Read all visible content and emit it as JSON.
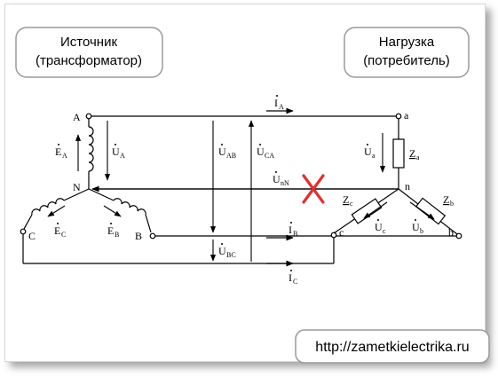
{
  "boxes": {
    "source": {
      "line1": "Источник",
      "line2": "(трансформатор)"
    },
    "load": {
      "line1": "Нагрузка",
      "line2": "(потребитель)"
    }
  },
  "nodes": {
    "A": "A",
    "B": "B",
    "C": "C",
    "N": "N",
    "a": "a",
    "b": "b",
    "c": "c",
    "n": "n"
  },
  "labels": {
    "IA": {
      "main": "I",
      "sub": "A"
    },
    "IB": {
      "main": "I",
      "sub": "B"
    },
    "IC": {
      "main": "I",
      "sub": "C"
    },
    "EA": {
      "main": "E",
      "sub": "A"
    },
    "EB": {
      "main": "E",
      "sub": "B"
    },
    "EC": {
      "main": "E",
      "sub": "C"
    },
    "UA": {
      "main": "U",
      "sub": "A"
    },
    "UAB": {
      "main": "U",
      "sub": "AB"
    },
    "UCA": {
      "main": "U",
      "sub": "CA"
    },
    "UBC": {
      "main": "U",
      "sub": "BC"
    },
    "UnN": {
      "main": "U",
      "sub": "nN"
    },
    "Ua": {
      "main": "U",
      "sub": "a"
    },
    "Ub": {
      "main": "U",
      "sub": "b"
    },
    "Uc": {
      "main": "U",
      "sub": "c"
    },
    "Za": {
      "main": "Z",
      "sub": "a"
    },
    "Zb": {
      "main": "Z",
      "sub": "b"
    },
    "Zc": {
      "main": "Z",
      "sub": "c"
    }
  },
  "url": "http://zametkielectrika.ru",
  "colors": {
    "cross": "#e03030",
    "line": "#000000",
    "box_border": "#9a9a9a"
  }
}
